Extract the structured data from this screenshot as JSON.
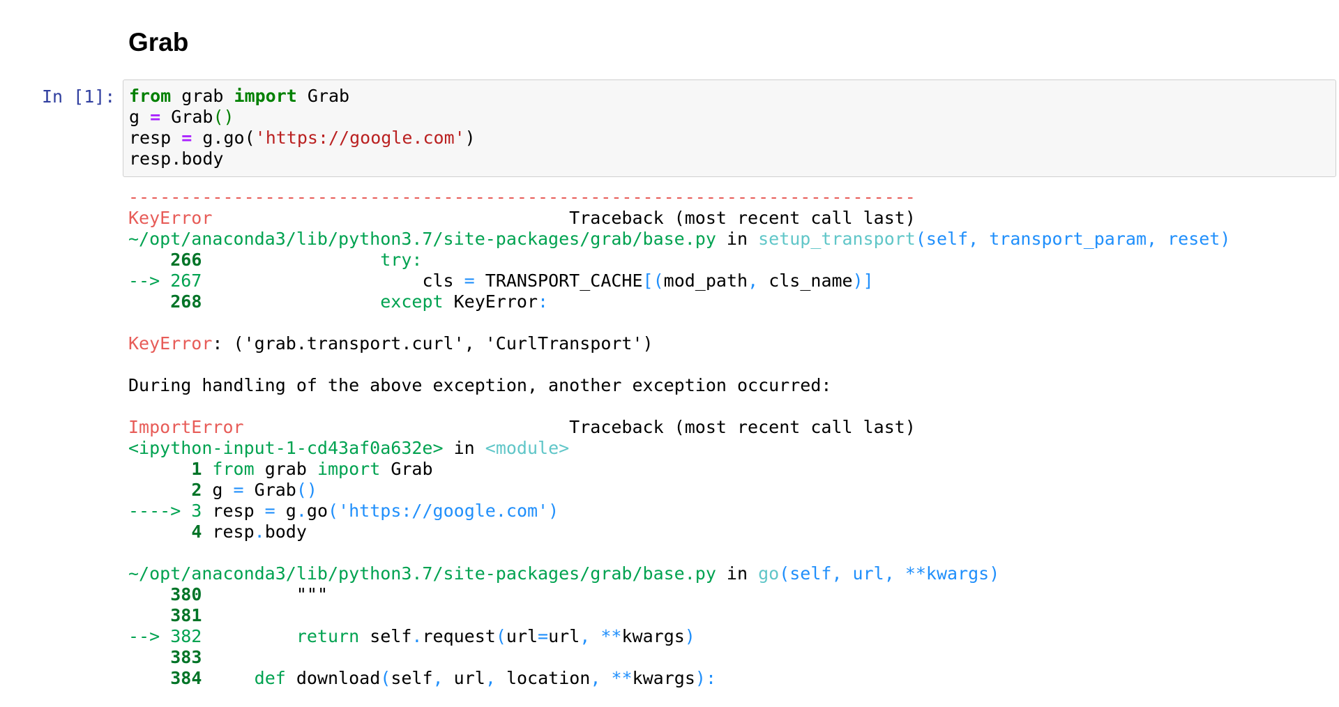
{
  "page": {
    "heading": "Grab"
  },
  "cell": {
    "prompt": "In [1]:",
    "code": {
      "l1": {
        "k1": "from",
        "t1": " grab ",
        "k2": "import",
        "t2": " Grab"
      },
      "l2": {
        "a": "g ",
        "op": "=",
        "b": " Grab",
        "p": "()"
      },
      "l3": {
        "a": "resp ",
        "op": "=",
        "b": " g.go(",
        "s": "'https://google.com'",
        "c": ")"
      },
      "l4": {
        "a": "resp.body"
      }
    }
  },
  "traceback": {
    "separator": "---------------------------------------------------------------------------",
    "err1": {
      "name": "KeyError",
      "spacer": "                                  ",
      "header": "Traceback (most recent call last)"
    },
    "frame1": {
      "path": "~/opt/anaconda3/lib/python3.7/site-packages/grab/base.py",
      "in": " in ",
      "func": "setup_transport",
      "args": "(self, transport_param, reset)",
      "lines": {
        "a": {
          "prefix": "    ",
          "num": "266",
          "code_ws": "                 ",
          "code": "try:"
        },
        "b": {
          "arrow": "--> 267",
          "ws": "                     ",
          "cls": "cls ",
          "eq": "=",
          "mid": " TRANSPORT_CACHE",
          "br": "[(",
          "args": "mod_path",
          "comma": ",",
          "args2": " cls_name",
          "close": ")]"
        },
        "c": {
          "prefix": "    ",
          "num": "268",
          "code_ws": "                 ",
          "kw": "except",
          "rest": " KeyError",
          "colon": ":"
        }
      }
    },
    "keyerror_msg": {
      "name": "KeyError",
      "rest": ": ('grab.transport.curl', 'CurlTransport')"
    },
    "during": "During handling of the above exception, another exception occurred:",
    "err2": {
      "name": "ImportError",
      "spacer": "                               ",
      "header": "Traceback (most recent call last)"
    },
    "frame2": {
      "file": "<ipython-input-1-cd43af0a632e>",
      "in": " in ",
      "func": "<module>",
      "lines": {
        "a": {
          "prefix": "      ",
          "num": "1",
          "kw1": " from",
          "mid": " grab",
          "kw2": " import",
          "rest": " Grab"
        },
        "b": {
          "prefix": "      ",
          "num": "2",
          "a": " g",
          "eq": " =",
          "b": " Grab",
          "p": "()"
        },
        "c": {
          "arrow": "----> 3",
          "a": " resp",
          "eq": " =",
          "b": " g",
          "dot": ".",
          "c": "go",
          "p1": "(",
          "s": "'https://google.com'",
          "p2": ")"
        },
        "d": {
          "prefix": "      ",
          "num": "4",
          "a": " resp",
          "dot": ".",
          "b": "body"
        }
      }
    },
    "frame3": {
      "path": "~/opt/anaconda3/lib/python3.7/site-packages/grab/base.py",
      "in": " in ",
      "func": "go",
      "args": "(self, url, **kwargs)",
      "lines": {
        "a": {
          "prefix": "    ",
          "num": "380",
          "ws": "         ",
          "code": "\"\"\""
        },
        "b": {
          "prefix": "    ",
          "num": "381"
        },
        "c": {
          "arrow": "--> 382",
          "ws": "         ",
          "kw": "return",
          "a": " self",
          "dot": ".",
          "b": "request",
          "p1": "(",
          "c": "url",
          "eq": "=",
          "d": "url",
          "comma": ",",
          "st": " **",
          "e": "kwargs",
          "p2": ")"
        },
        "d": {
          "prefix": "    ",
          "num": "383"
        },
        "e": {
          "prefix": "    ",
          "num": "384",
          "ws": "     ",
          "kw": "def",
          "a": " download",
          "p1": "(",
          "b": "self",
          "c1": ",",
          "c": " url",
          "c2": ",",
          "d": " location",
          "c3": ",",
          "st": " **",
          "e": "kwargs",
          "p2": "):"
        }
      }
    }
  },
  "colors": {
    "prompt": "#303f9f",
    "error_red": "#e75c58",
    "path_green": "#00a250",
    "func_cyan": "#60c6c8",
    "args_blue": "#208ffb",
    "keyword_green": "#008000",
    "string_red": "#ba2121",
    "operator_purple": "#aa22ff",
    "cell_bg": "#f7f7f7"
  }
}
